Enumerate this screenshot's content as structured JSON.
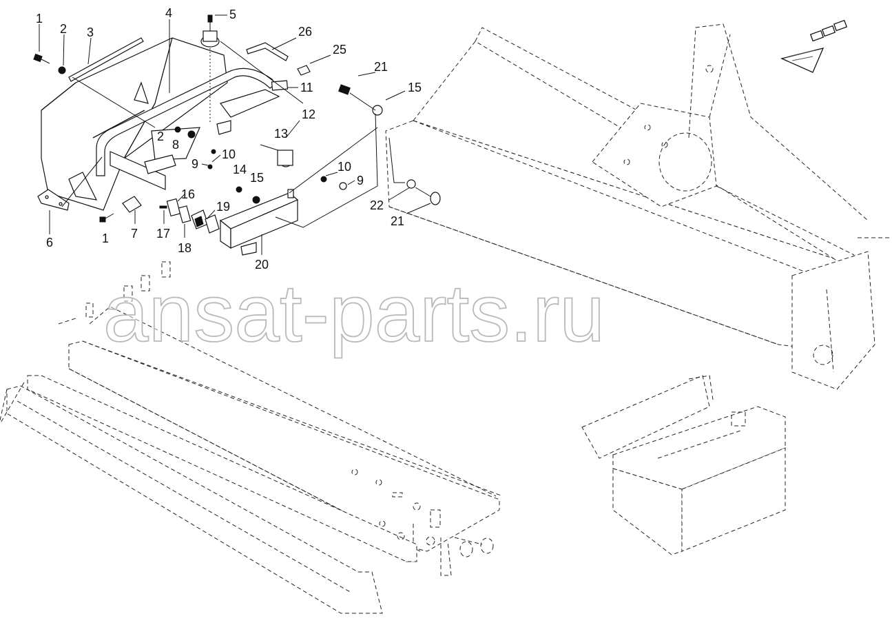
{
  "diagram": {
    "callouts": [
      "1",
      "2",
      "3",
      "4",
      "5",
      "26",
      "25",
      "21",
      "15",
      "11",
      "12",
      "13",
      "2",
      "8",
      "10",
      "9",
      "14",
      "15",
      "10",
      "9",
      "22",
      "21",
      "16",
      "19",
      "6",
      "1",
      "7",
      "17",
      "18",
      "20"
    ]
  },
  "watermark": {
    "text": "ansat-parts.ru"
  }
}
